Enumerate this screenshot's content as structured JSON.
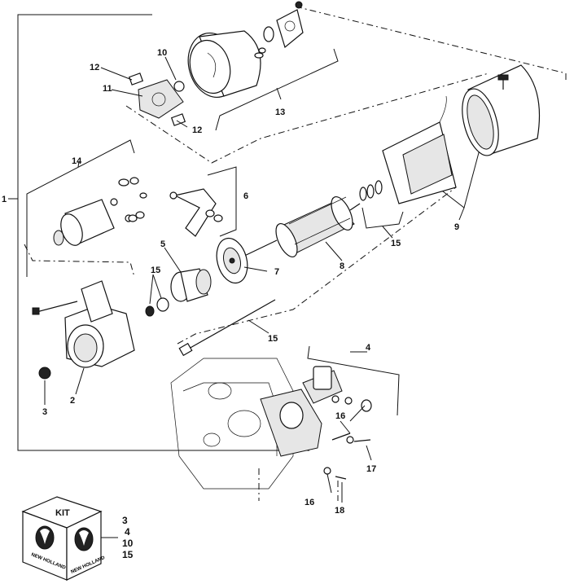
{
  "callouts": {
    "c1": "1",
    "c2": "2",
    "c3": "3",
    "c4": "4",
    "c5": "5",
    "c6": "6",
    "c7": "7",
    "c8": "8",
    "c9": "9",
    "c10": "10",
    "c11": "11",
    "c12a": "12",
    "c12b": "12",
    "c13": "13",
    "c14": "14",
    "c15a": "15",
    "c15b": "15",
    "c15c": "15",
    "c16a": "16",
    "c16b": "16",
    "c17": "17",
    "c18": "18"
  },
  "kit": {
    "title": "KIT",
    "brand_left": "NEW HOLLAND",
    "brand_right": "NEW HOLLAND",
    "items": [
      "3",
      "4",
      "10",
      "15"
    ]
  }
}
